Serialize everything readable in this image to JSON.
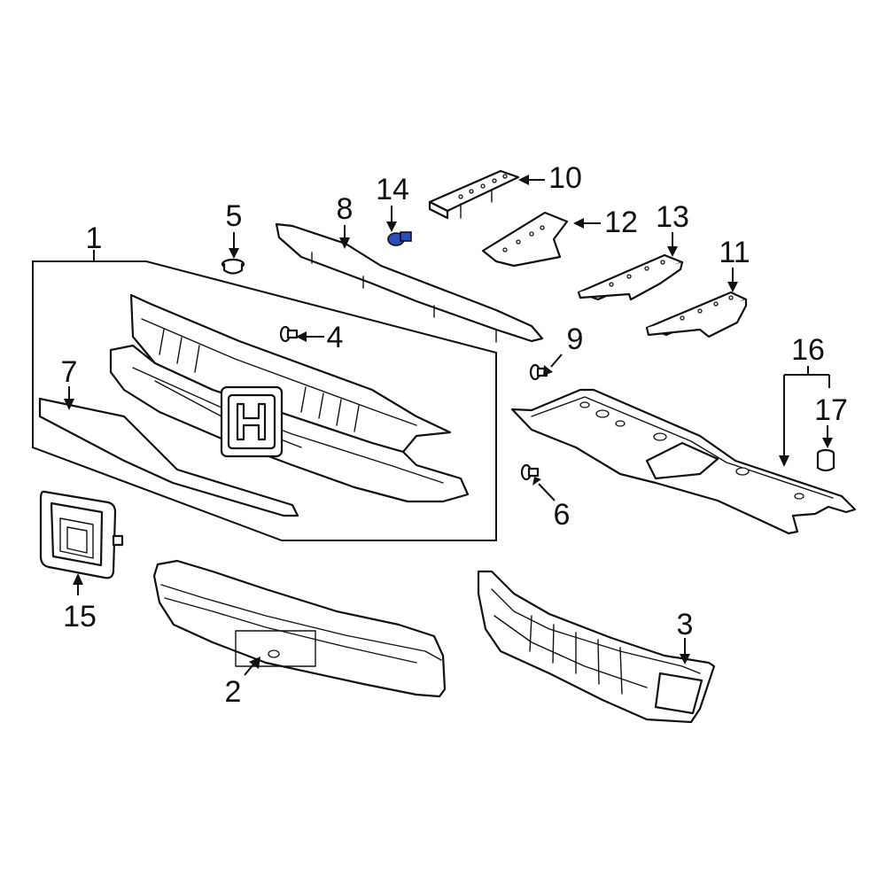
{
  "colors": {
    "line": "#111111",
    "background": "#ffffff",
    "highlight_part": "#2b4fb8"
  },
  "highlighted_part_number": "14",
  "callouts": [
    {
      "id": "c1",
      "label": "1"
    },
    {
      "id": "c2",
      "label": "2"
    },
    {
      "id": "c3",
      "label": "3"
    },
    {
      "id": "c4",
      "label": "4"
    },
    {
      "id": "c5",
      "label": "5"
    },
    {
      "id": "c6",
      "label": "6"
    },
    {
      "id": "c7",
      "label": "7"
    },
    {
      "id": "c8",
      "label": "8"
    },
    {
      "id": "c9",
      "label": "9"
    },
    {
      "id": "c10",
      "label": "10"
    },
    {
      "id": "c11",
      "label": "11"
    },
    {
      "id": "c12",
      "label": "12"
    },
    {
      "id": "c13",
      "label": "13"
    },
    {
      "id": "c14",
      "label": "14"
    },
    {
      "id": "c15",
      "label": "15"
    },
    {
      "id": "c16",
      "label": "16"
    },
    {
      "id": "c17",
      "label": "17"
    }
  ]
}
